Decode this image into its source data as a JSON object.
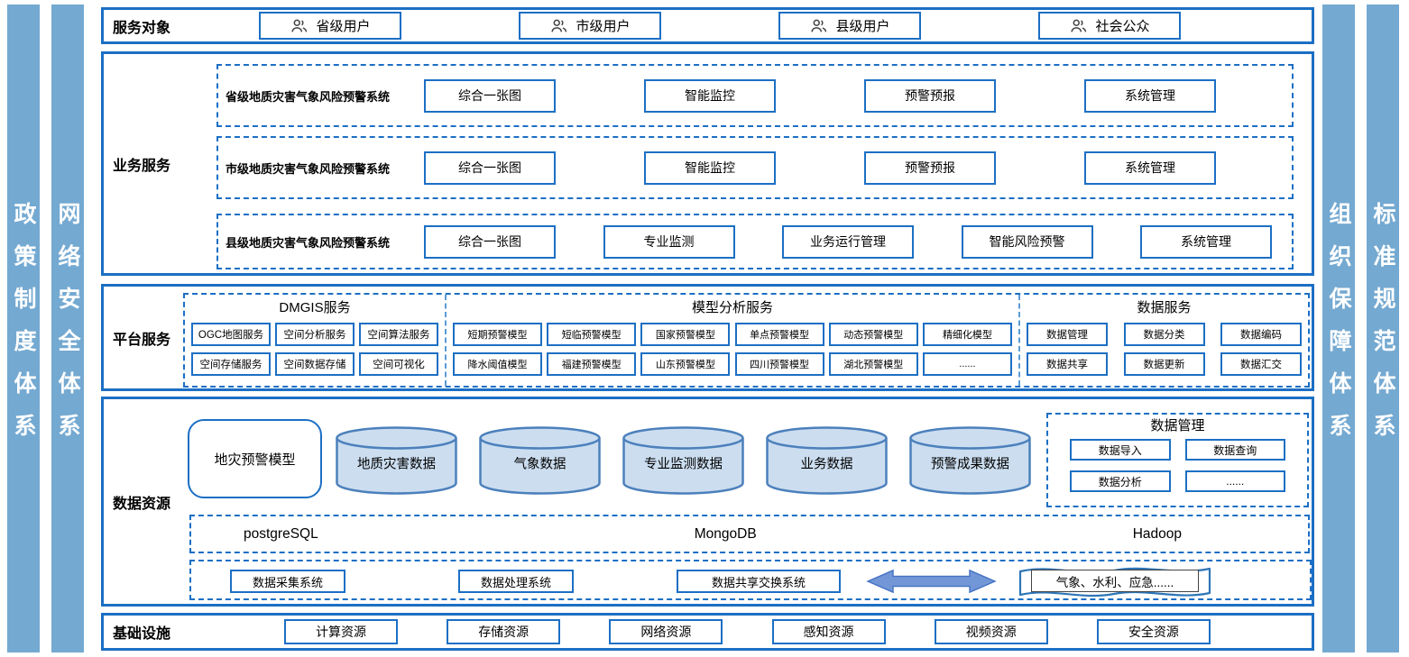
{
  "side_bars": {
    "left": [
      "政策制度体系",
      "网络安全体系"
    ],
    "right": [
      "组织保障体系",
      "标准规范体系"
    ]
  },
  "service_targets": {
    "label": "服务对象",
    "items": [
      "省级用户",
      "市级用户",
      "县级用户",
      "社会公众"
    ]
  },
  "business": {
    "label": "业务服务",
    "systems": [
      {
        "name": "省级地质灾害气象风险预警系统",
        "modules": [
          "综合一张图",
          "智能监控",
          "预警预报",
          "系统管理"
        ]
      },
      {
        "name": "市级地质灾害气象风险预警系统",
        "modules": [
          "综合一张图",
          "智能监控",
          "预警预报",
          "系统管理"
        ]
      },
      {
        "name": "县级地质灾害气象风险预警系统",
        "modules": [
          "综合一张图",
          "专业监测",
          "业务运行管理",
          "智能风险预警",
          "系统管理"
        ]
      }
    ]
  },
  "platform": {
    "label": "平台服务",
    "groups": [
      {
        "title": "DMGIS服务",
        "rows": [
          [
            "OGC地图服务",
            "空间分析服务",
            "空间算法服务"
          ],
          [
            "空间存储服务",
            "空间数据存储",
            "空间可视化"
          ]
        ]
      },
      {
        "title": "模型分析服务",
        "rows": [
          [
            "短期预警模型",
            "短临预警模型",
            "国家预警模型",
            "单点预警模型",
            "动态预警模型",
            "精细化模型"
          ],
          [
            "降水阈值模型",
            "福建预警模型",
            "山东预警模型",
            "四川预警模型",
            "湖北预警模型",
            "......"
          ]
        ]
      },
      {
        "title": "数据服务",
        "rows": [
          [
            "数据管理",
            "数据分类",
            "数据编码"
          ],
          [
            "数据共享",
            "数据更新",
            "数据汇交"
          ]
        ]
      }
    ]
  },
  "data_resources": {
    "label": "数据资源",
    "model_box": "地灾预警模型",
    "cylinders": [
      "地质灾害数据",
      "气象数据",
      "专业监测数据",
      "业务数据",
      "预警成果数据"
    ],
    "data_management": {
      "title": "数据管理",
      "items": [
        "数据导入",
        "数据查询",
        "数据分析",
        "......"
      ]
    },
    "databases": [
      "postgreSQL",
      "MongoDB",
      "Hadoop"
    ],
    "systems": [
      "数据采集系统",
      "数据处理系统",
      "数据共享交换系统"
    ],
    "external_systems": "气象、水利、应急......"
  },
  "infrastructure": {
    "label": "基础设施",
    "items": [
      "计算资源",
      "存储资源",
      "网络资源",
      "感知资源",
      "视频资源",
      "安全资源"
    ]
  },
  "colors": {
    "accent": "#1C6FC4",
    "bar_fill": "#74A9D1",
    "cyl_fill": "#CBDDEF",
    "cyl_stroke": "#4C80BC",
    "arrow_fill": "#7396D6",
    "arrow_stroke": "#4472C4",
    "divider": "#5B9BD5"
  }
}
